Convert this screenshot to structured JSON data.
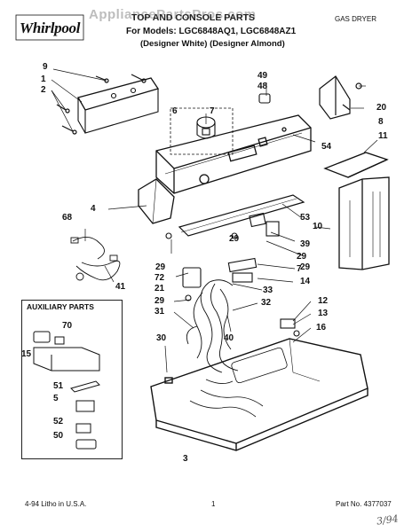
{
  "header": {
    "brand": "Whirlpool",
    "watermark": "AppliancePartsPros.com",
    "title": "TOP AND CONSOLE PARTS",
    "models": "For Models: LGC6848AQ1, LGC6848AZ1",
    "variants": "(Designer White)   (Designer Almond)",
    "appliance_type": "GAS DRYER"
  },
  "aux_box": {
    "title": "AUXILIARY PARTS",
    "callouts": [
      "70",
      "15",
      "51",
      "5",
      "52",
      "50"
    ]
  },
  "callouts": [
    "9",
    "1",
    "2",
    "49",
    "48",
    "6",
    "7",
    "54",
    "11",
    "20",
    "8",
    "4",
    "68",
    "53",
    "10",
    "39",
    "29",
    "29",
    "29",
    "29",
    "7",
    "72",
    "14",
    "21",
    "33",
    "41",
    "32",
    "12",
    "13",
    "29",
    "31",
    "40",
    "16",
    "30",
    "3"
  ],
  "footer": {
    "date": "4-94  Litho in U.S.A.",
    "page": "1",
    "part_no": "Part No. 4377037",
    "handwritten": "3/94"
  },
  "colors": {
    "ink": "#111111",
    "watermark": "#bdbdbd",
    "background": "#ffffff"
  }
}
